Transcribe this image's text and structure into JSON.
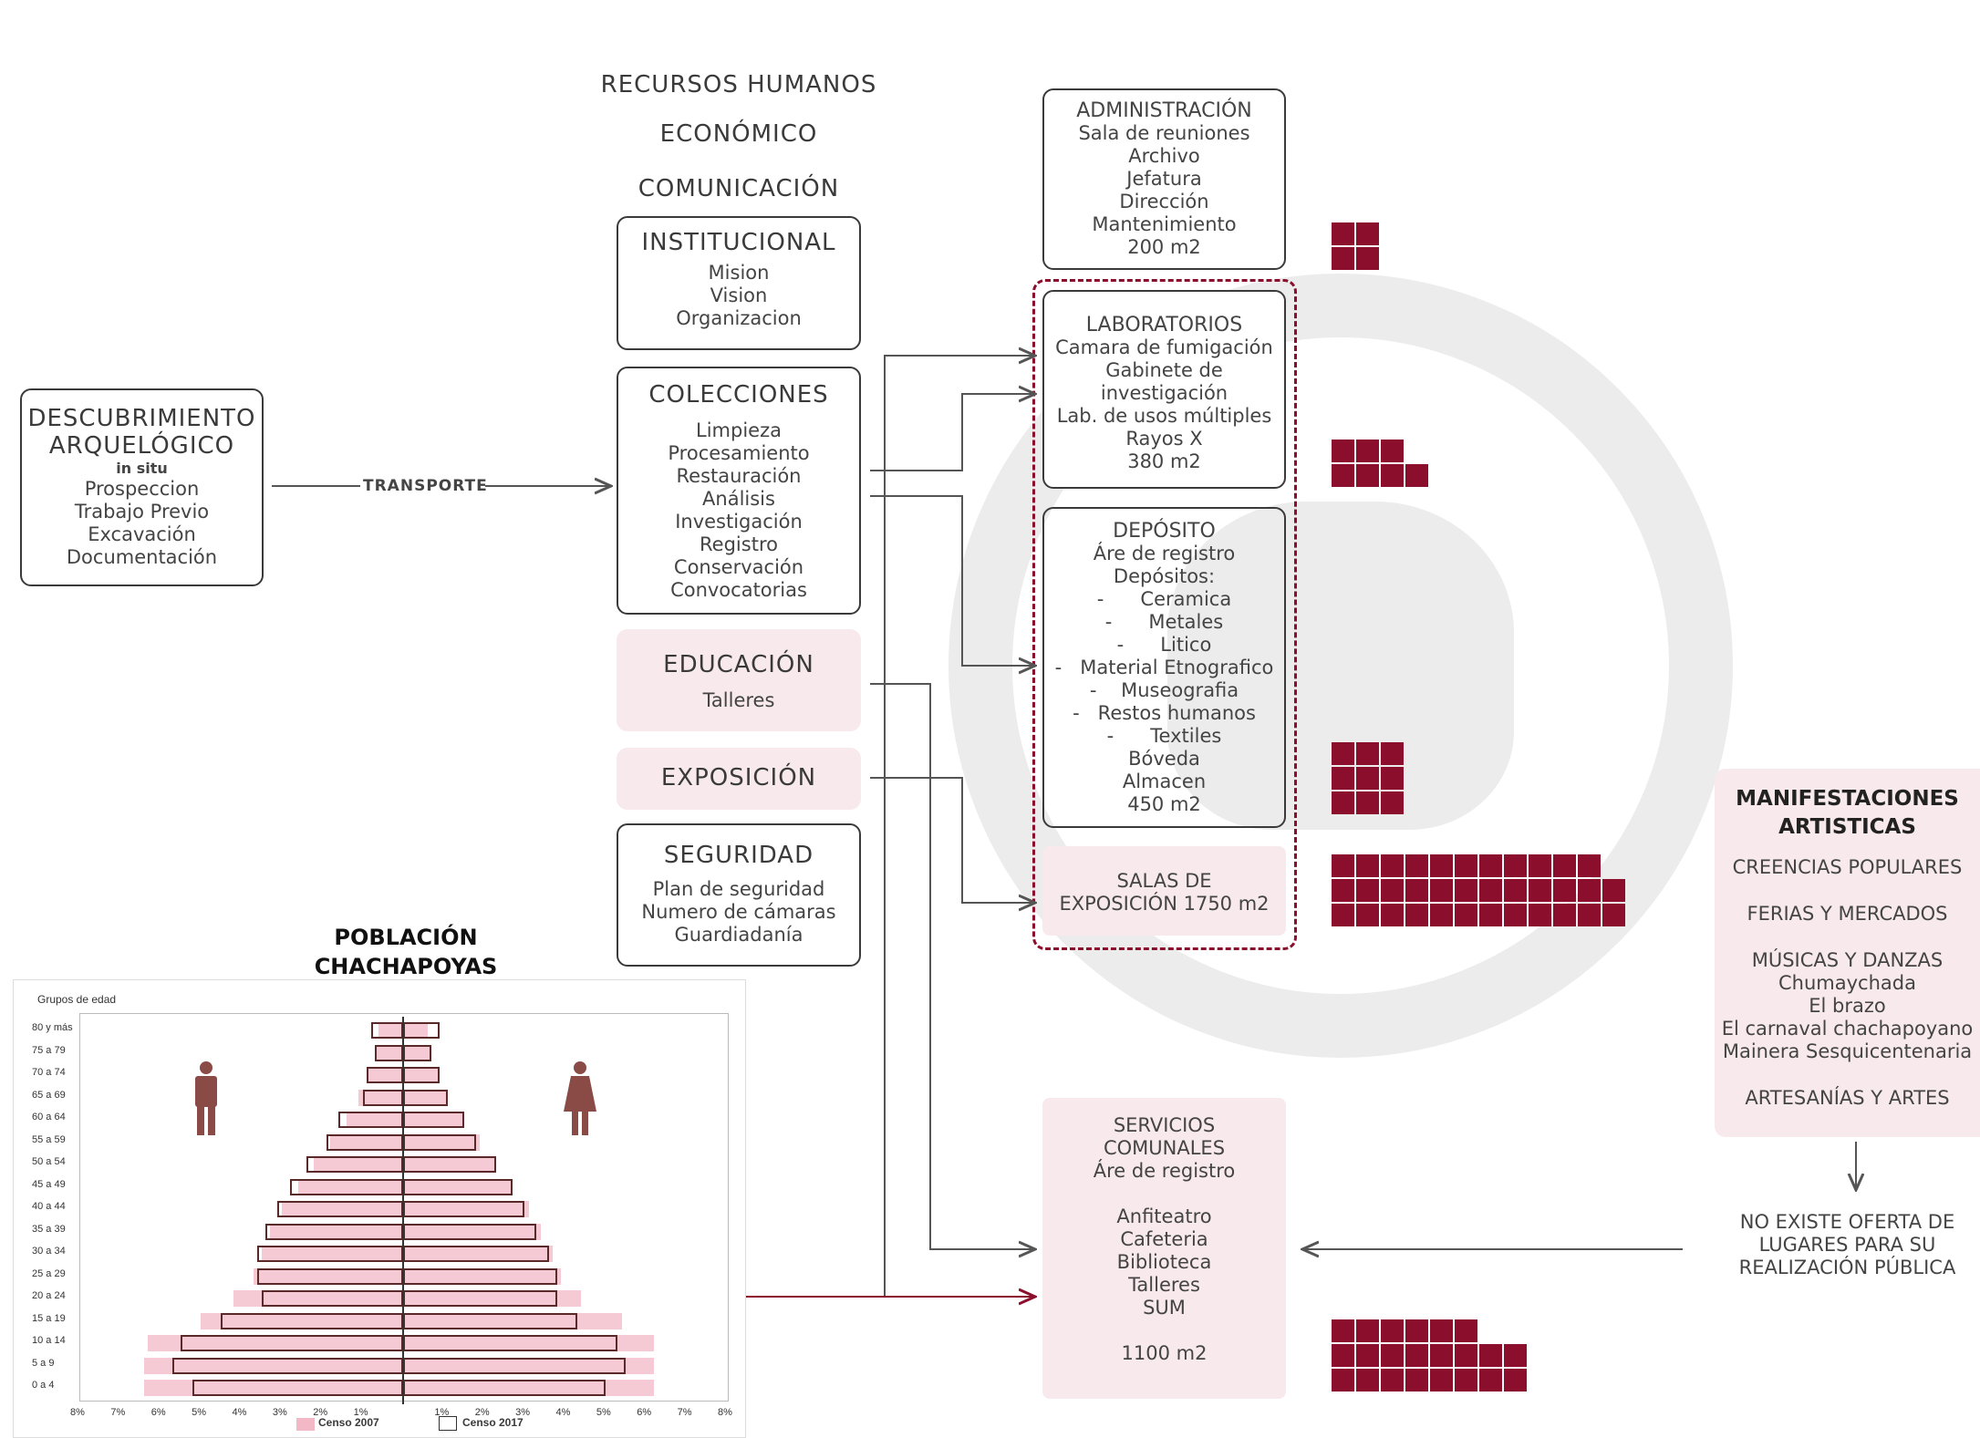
{
  "header": {
    "recursos": "RECURSOS HUMANOS",
    "economico": "ECONÓMICO",
    "comunicacion": "COMUNICACIÓN"
  },
  "institucional": {
    "title": "INSTITUCIONAL",
    "lines": [
      "Mision",
      "Vision",
      "Organizacion"
    ]
  },
  "colecciones": {
    "title": "COLECCIONES",
    "lines": [
      "Limpieza",
      "Procesamiento",
      "Restauración",
      "Análisis",
      "Investigación",
      "Registro",
      "Conservación",
      "Convocatorias"
    ]
  },
  "educacion": {
    "title": "EDUCACIÓN",
    "lines": [
      "Talleres"
    ]
  },
  "exposicion": {
    "title": "EXPOSICIÓN"
  },
  "seguridad": {
    "title": "SEGURIDAD",
    "lines": [
      "Plan de seguridad",
      "Numero de cámaras",
      "Guardiadanía"
    ]
  },
  "descubrimiento": {
    "title1": "DESCUBRIMIENTO",
    "title2": "ARQUELÓGICO",
    "sub": "in situ",
    "lines": [
      "Prospeccion",
      "Trabajo Previo",
      "Excavación",
      "Documentación"
    ]
  },
  "transporte": "TRANSPORTE",
  "administracion": {
    "title": "ADMINISTRACIÓN",
    "lines": [
      "Sala de reuniones",
      "Archivo",
      "Jefatura",
      "Dirección",
      "Mantenimiento",
      "200 m2"
    ]
  },
  "laboratorios": {
    "title": "LABORATORIOS",
    "lines": [
      "Camara de fumigación",
      "Gabinete de",
      "investigación",
      "Lab. de usos múltiples",
      "Rayos X",
      "380 m2"
    ]
  },
  "deposito": {
    "title": "DEPÓSITO",
    "lines": [
      "Áre de registro",
      "Depósitos:",
      "-      Ceramica",
      "-      Metales",
      "-      Litico",
      "-   Material Etnografico",
      "-    Museografia",
      "-   Restos humanos",
      "-      Textiles",
      "Bóveda",
      "Almacen",
      "450 m2"
    ]
  },
  "salas": {
    "line1": "SALAS DE",
    "line2": "EXPOSICIÓN 1750 m2"
  },
  "servicios": {
    "lines": [
      "SERVICIOS",
      "COMUNALES",
      "Áre de registro",
      "",
      "Anfiteatro",
      "Cafeteria",
      "Biblioteca",
      "Talleres",
      "SUM",
      "",
      "1100 m2"
    ]
  },
  "manifestaciones": {
    "title1": "MANIFESTACIONES",
    "title2": "ARTISTICAS",
    "items": [
      "CREENCIAS POPULARES",
      "FERIAS Y MERCADOS",
      "MÚSICAS Y DANZAS"
    ],
    "musicas": [
      "Chumaychada",
      "El brazo",
      "El carnaval chachapoyano",
      "Mainera Sesquicentenaria"
    ],
    "artesanias": "ARTESANÍAS Y ARTES"
  },
  "no_existe": {
    "lines": [
      "NO EXISTE OFERTA DE",
      "LUGARES PARA SU",
      "REALIZACIÓN PÚBLICA"
    ]
  },
  "poblacion": {
    "title1": "POBLACIÓN",
    "title2": "CHACHAPOYAS"
  },
  "colors": {
    "accent": "#8b0e2c",
    "pink": "#f7e9ec",
    "censo2007": "#f2b8c6"
  },
  "area_blocks": {
    "administracion": 4,
    "laboratorios": 7,
    "deposito": 9,
    "salas": 35,
    "servicios": 22
  },
  "chart_data": {
    "type": "bar",
    "title": "",
    "ylabel": "Grupos de edad",
    "categories": [
      "80 y más",
      "75 a 79",
      "70 a 74",
      "65 a 69",
      "60 a 64",
      "55 a 59",
      "50 a 54",
      "45 a 49",
      "40 a 44",
      "35 a 39",
      "30 a 34",
      "25 a 29",
      "20 a 24",
      "15 a 19",
      "10 a 14",
      "5 a 9",
      "0 a 4"
    ],
    "x_ticks": [
      "8%",
      "7%",
      "6%",
      "5%",
      "4%",
      "3%",
      "2%",
      "1%",
      "1%",
      "2%",
      "3%",
      "4%",
      "5%",
      "6%",
      "7%",
      "8%"
    ],
    "xlim": [
      -8,
      8
    ],
    "series": [
      {
        "name": "Censo 2007",
        "male": [
          0.6,
          0.7,
          0.9,
          1.1,
          1.4,
          1.8,
          2.2,
          2.6,
          3.0,
          3.3,
          3.5,
          3.7,
          4.2,
          5.0,
          6.3,
          6.4,
          6.4
        ],
        "female": [
          0.6,
          0.7,
          0.9,
          1.1,
          1.5,
          1.9,
          2.3,
          2.7,
          3.1,
          3.4,
          3.7,
          3.9,
          4.4,
          5.4,
          6.2,
          6.2,
          6.2
        ]
      },
      {
        "name": "Censo 2017",
        "male": [
          0.8,
          0.7,
          0.9,
          1.0,
          1.6,
          1.9,
          2.4,
          2.8,
          3.1,
          3.4,
          3.6,
          3.6,
          3.5,
          4.5,
          5.5,
          5.7,
          5.2
        ],
        "female": [
          0.9,
          0.7,
          0.9,
          1.1,
          1.5,
          1.8,
          2.3,
          2.7,
          3.0,
          3.3,
          3.6,
          3.8,
          3.8,
          4.3,
          5.3,
          5.5,
          5.0
        ]
      }
    ],
    "legend": "bottom",
    "legend_labels": [
      "Censo 2007",
      "Censo 2017"
    ]
  }
}
